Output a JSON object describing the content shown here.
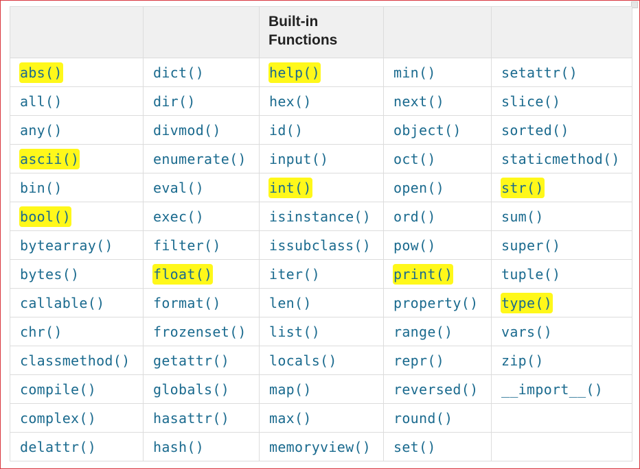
{
  "header": [
    "",
    "",
    "Built-in Functions",
    "",
    ""
  ],
  "columns": [
    [
      "abs()",
      "all()",
      "any()",
      "ascii()",
      "bin()",
      "bool()",
      "bytearray()",
      "bytes()",
      "callable()",
      "chr()",
      "classmethod()",
      "compile()",
      "complex()",
      "delattr()"
    ],
    [
      "dict()",
      "dir()",
      "divmod()",
      "enumerate()",
      "eval()",
      "exec()",
      "filter()",
      "float()",
      "format()",
      "frozenset()",
      "getattr()",
      "globals()",
      "hasattr()",
      "hash()"
    ],
    [
      "help()",
      "hex()",
      "id()",
      "input()",
      "int()",
      "isinstance()",
      "issubclass()",
      "iter()",
      "len()",
      "list()",
      "locals()",
      "map()",
      "max()",
      "memoryview()"
    ],
    [
      "min()",
      "next()",
      "object()",
      "oct()",
      "open()",
      "ord()",
      "pow()",
      "print()",
      "property()",
      "range()",
      "repr()",
      "reversed()",
      "round()",
      "set()"
    ],
    [
      "setattr()",
      "slice()",
      "sorted()",
      "staticmethod()",
      "str()",
      "sum()",
      "super()",
      "tuple()",
      "type()",
      "vars()",
      "zip()",
      "__import__()",
      "",
      ""
    ]
  ],
  "highlighted": [
    "abs()",
    "ascii()",
    "bool()",
    "float()",
    "help()",
    "int()",
    "print()",
    "str()",
    "type()"
  ],
  "colors": {
    "highlight": "#fff81a",
    "function_text": "#1a6a8e",
    "header_bg": "#f0f0f0",
    "border": "#dcdcdc",
    "frame": "#d9363e"
  }
}
